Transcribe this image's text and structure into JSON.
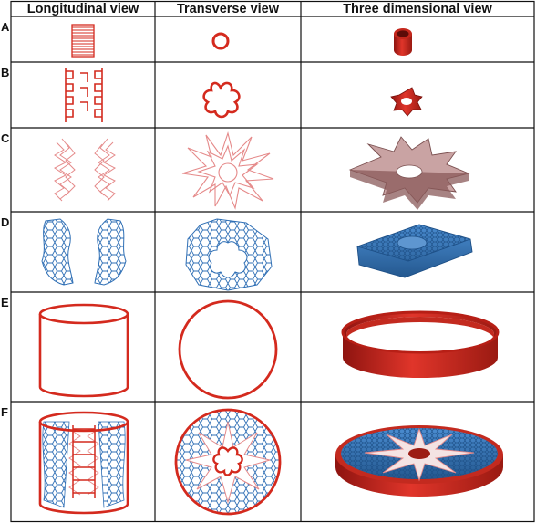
{
  "headers": {
    "longitudinal": "Longitudinal view",
    "transverse": "Transverse view",
    "three_d": "Three dimensional view"
  },
  "rows": [
    "A",
    "B",
    "C",
    "D",
    "E",
    "F"
  ],
  "colors": {
    "red": "#d42a1e",
    "pink": "#e58a8a",
    "blue": "#2f6fb5",
    "grid": "#111111"
  }
}
